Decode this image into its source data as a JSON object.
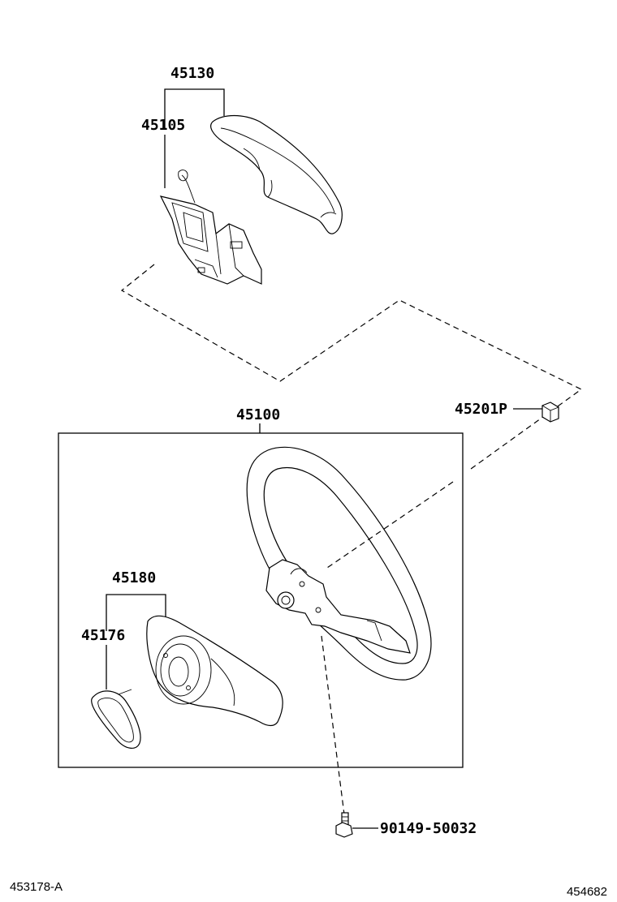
{
  "parts": {
    "p45130": "45130",
    "p45105": "45105",
    "p45201": "45201P",
    "p45100": "45100",
    "p45180": "45180",
    "p45176": "45176",
    "bolt": "90149-50032"
  },
  "footer": {
    "left_code": "453178-A",
    "right_code": "454682"
  }
}
